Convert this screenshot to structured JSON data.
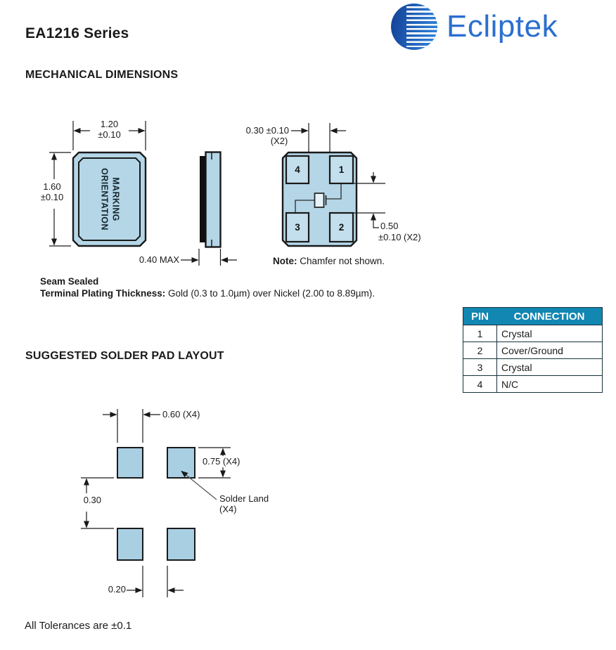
{
  "page": {
    "title": "EA1216 Series",
    "logo_text": "Ecliptek",
    "footer_note": "All Tolerances are ±0.1"
  },
  "colors": {
    "body_fill": "#b4d6e7",
    "pad_fill": "#c3deec",
    "land_fill": "#a9cfe3",
    "table_header_bg": "#1187b2",
    "logo_blue": "#2b6fd0",
    "line": "#1a1a1a"
  },
  "mechanical": {
    "heading": "MECHANICAL DIMENSIONS",
    "marking_line1": "MARKING",
    "marking_line2": "ORIENTATION",
    "dim_width": "1.20",
    "dim_width_tol": "±0.10",
    "dim_height": "1.60",
    "dim_height_tol": "±0.10",
    "dim_thickness": "0.40 MAX",
    "dim_pad_width": "0.30 ±0.10",
    "dim_pad_width_qty": "(X2)",
    "dim_pad_height": "0.50",
    "dim_pad_height_tol": "±0.10 (X2)",
    "note_label": "Note:",
    "note_text": " Chamfer not shown.",
    "pads": [
      "4",
      "1",
      "3",
      "2"
    ],
    "seam_sealed": "Seam Sealed",
    "plating_label": "Terminal Plating Thickness:",
    "plating_text": " Gold (0.3 to 1.0µm) over Nickel (2.00 to 8.89µm)."
  },
  "pin_table": {
    "headers": [
      "PIN",
      "CONNECTION"
    ],
    "rows": [
      {
        "pin": "1",
        "connection": "Crystal"
      },
      {
        "pin": "2",
        "connection": "Cover/Ground"
      },
      {
        "pin": "3",
        "connection": "Crystal"
      },
      {
        "pin": "4",
        "connection": "N/C"
      }
    ]
  },
  "solder": {
    "heading": "SUGGESTED SOLDER PAD LAYOUT",
    "dim_pad_w": "0.60 (X4)",
    "dim_pad_h": "0.75 (X4)",
    "dim_gap_v": "0.30",
    "dim_gap_h": "0.20",
    "land_label_1": "Solder Land",
    "land_label_2": "(X4)"
  }
}
